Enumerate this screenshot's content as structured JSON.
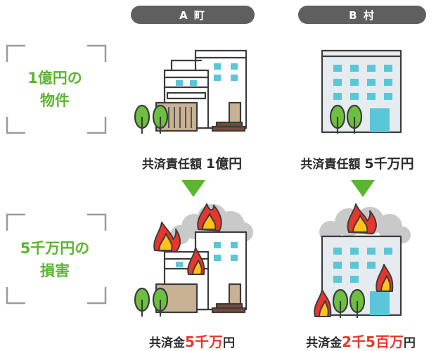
{
  "columns": {
    "a_label": "A 町",
    "b_label": "B 村"
  },
  "rows": {
    "property_label": [
      "1億円の",
      "物件"
    ],
    "damage_label": [
      "5千万円の",
      "損害"
    ]
  },
  "captions": {
    "a_liability_prefix": "共済責任額",
    "a_liability_value": "1億円",
    "b_liability_prefix": "共済責任額",
    "b_liability_value": "5千万円",
    "a_payout_prefix": "共済金",
    "a_payout_value": "5千万",
    "a_payout_suffix": "円",
    "b_payout_prefix": "共済金",
    "b_payout_value": "2千5百万",
    "b_payout_suffix": "円"
  },
  "colors": {
    "accent_green": "#5bb531",
    "highlight_red": "#e8362c",
    "pill_gray": "#5f5f5f",
    "bracket_gray": "#9a9a9a",
    "window_blue": "#5bc6d8"
  },
  "icons": [
    "house-icon",
    "building-icon",
    "burning-house-icon",
    "burning-building-icon",
    "down-arrow-icon"
  ]
}
